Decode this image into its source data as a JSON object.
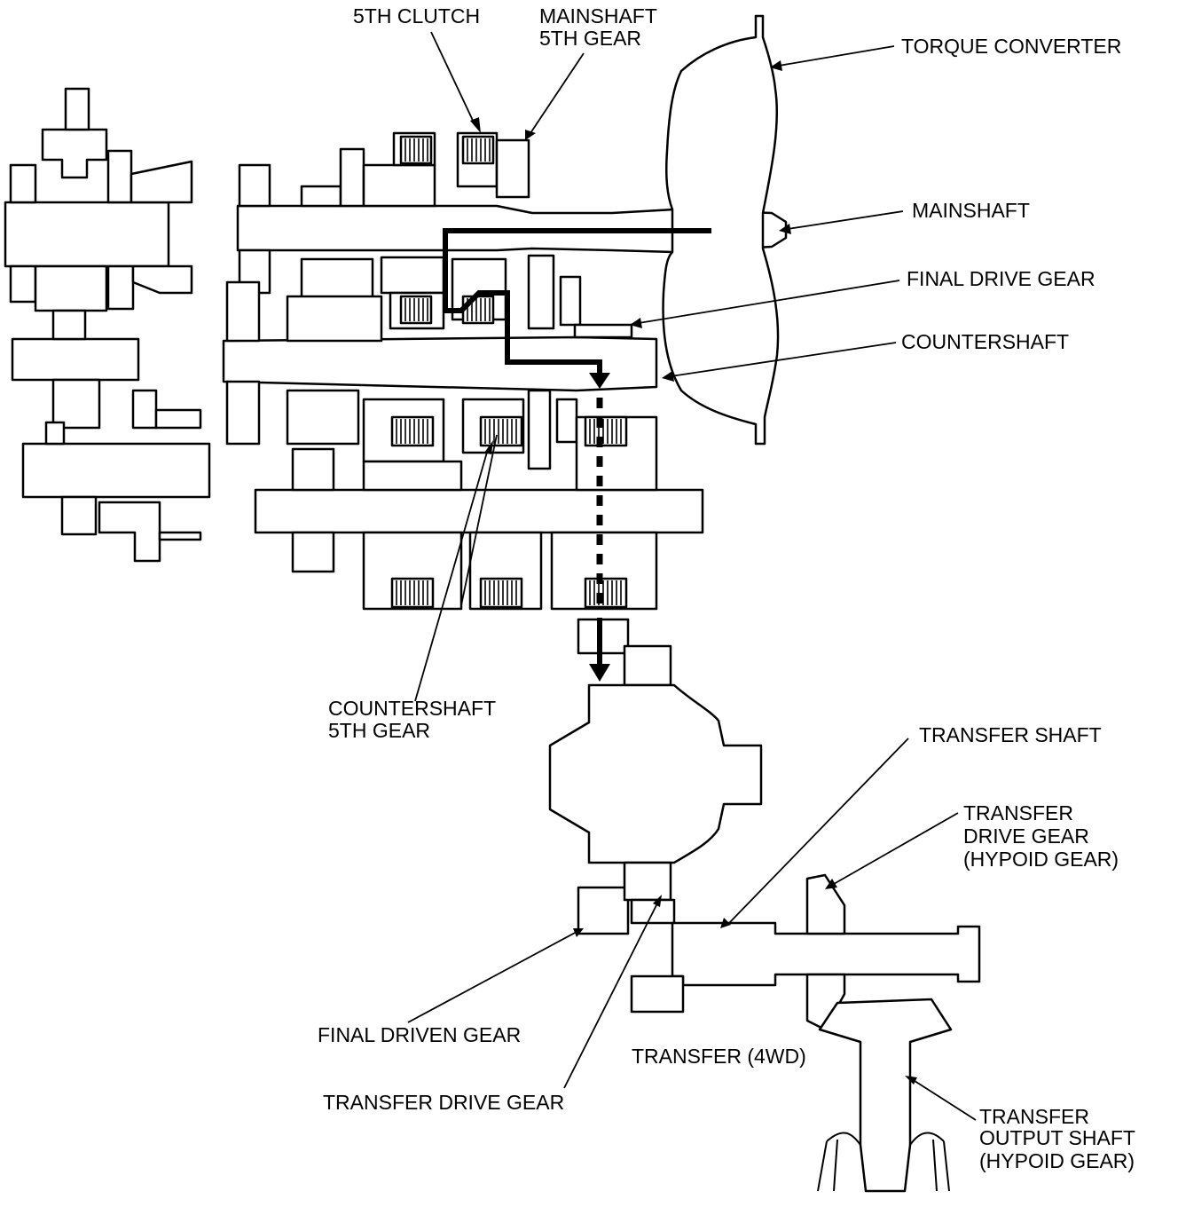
{
  "diagram": {
    "labels": {
      "fifth_clutch": [
        "5TH CLUTCH"
      ],
      "mainshaft_5th_gear": [
        "MAINSHAFT",
        "5TH GEAR"
      ],
      "torque_converter": [
        "TORQUE CONVERTER"
      ],
      "mainshaft": [
        "MAINSHAFT"
      ],
      "final_drive_gear": [
        "FINAL DRIVE GEAR"
      ],
      "countershaft": [
        "COUNTERSHAFT"
      ],
      "countershaft_5th_gear": [
        "COUNTERSHAFT",
        "5TH GEAR"
      ],
      "transfer_shaft": [
        "TRANSFER SHAFT"
      ],
      "transfer_drive_gear_hypoid": [
        "TRANSFER",
        "DRIVE GEAR",
        "(HYPOID GEAR)"
      ],
      "final_driven_gear": [
        "FINAL DRIVEN GEAR"
      ],
      "transfer_4wd": [
        "TRANSFER (4WD)"
      ],
      "transfer_drive_gear": [
        "TRANSFER DRIVE GEAR"
      ],
      "transfer_output_shaft": [
        "TRANSFER",
        "OUTPUT SHAFT",
        "(HYPOID GEAR)"
      ]
    },
    "style": {
      "line_color": "#000000",
      "background": "#ffffff"
    }
  }
}
